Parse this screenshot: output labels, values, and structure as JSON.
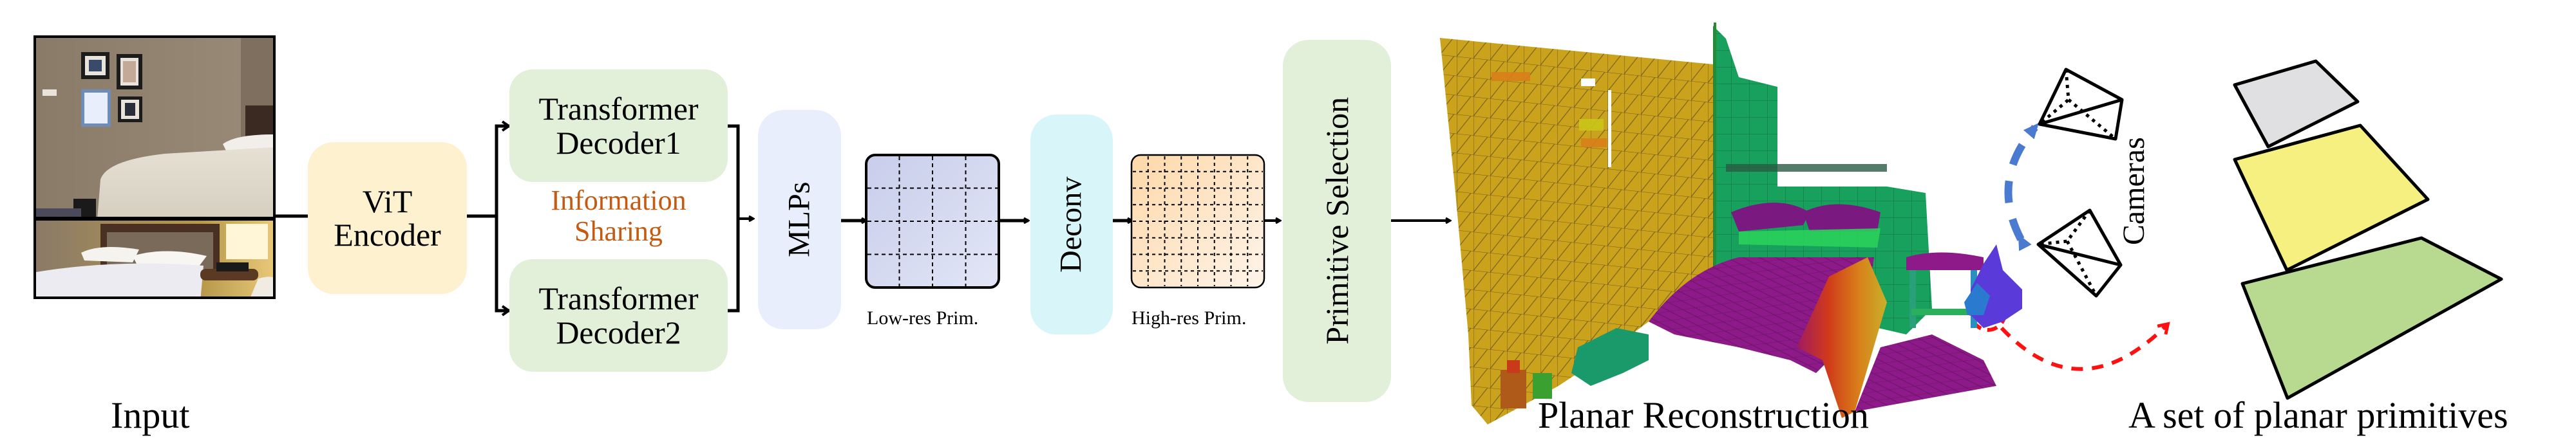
{
  "input": {
    "caption": "Input"
  },
  "encoder": {
    "line1": "ViT",
    "line2": "Encoder"
  },
  "decoders": [
    {
      "line1": "Transformer",
      "line2": "Decoder1"
    },
    {
      "line1": "Transformer",
      "line2": "Decoder2"
    }
  ],
  "info_sharing": {
    "line1": "Information",
    "line2": "Sharing"
  },
  "mlps": {
    "label": "MLPs"
  },
  "low_res": {
    "caption": "Low-res Prim.",
    "grid": 4
  },
  "deconv": {
    "label": "Deconv"
  },
  "high_res": {
    "caption": "High-res Prim.",
    "grid": 8
  },
  "selection": {
    "label": "Primitive Selection"
  },
  "reconstruction": {
    "caption": "Planar Reconstruction"
  },
  "cameras": {
    "label": "Cameras"
  },
  "primitives": {
    "caption": "A set of planar primitives"
  },
  "colors": {
    "encoder_bg": "#fdf1d0",
    "decoder_bg": "#e2efd9",
    "info_text": "#c55a11",
    "mlps_bg": "#e8eefc",
    "deconv_bg": "#d8f5f9",
    "selection_bg": "#e2efd9",
    "low_res_fill": "#d0d6ee",
    "high_res_fill": "#fde3c4",
    "prim_gray": "#e0dfe1",
    "prim_yellow": "#f6f080",
    "prim_green": "#b8da90",
    "wall_yellow": "#caa21c",
    "wall_green": "#17a15c",
    "floor_purple": "#8d1a88",
    "arrow_blue": "#4a7bd0",
    "arrow_red": "#ff1010"
  }
}
